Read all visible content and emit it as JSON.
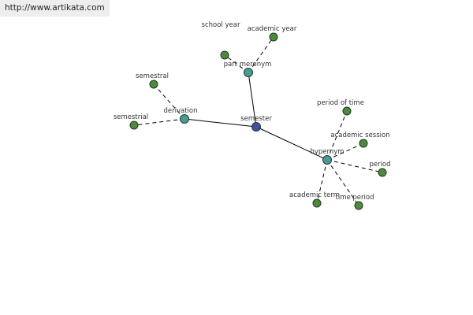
{
  "banner": {
    "url": "http://www.artikata.com"
  },
  "graph": {
    "colors": {
      "center": "#3f4fa3",
      "relation": "#4a9a9a",
      "term": "#4e8a3e"
    },
    "center": {
      "id": "semester",
      "label": "semester"
    },
    "relations": [
      {
        "id": "part-meronym",
        "label": "part meronym",
        "terms": [
          {
            "id": "school-year",
            "label": "school year"
          },
          {
            "id": "academic-year",
            "label": "academic year"
          }
        ]
      },
      {
        "id": "derivation",
        "label": "derivation",
        "terms": [
          {
            "id": "semestral",
            "label": "semestral"
          },
          {
            "id": "semestrial",
            "label": "semestrial"
          }
        ]
      },
      {
        "id": "hypernym",
        "label": "hypernym",
        "terms": [
          {
            "id": "period-of-time",
            "label": "period of time"
          },
          {
            "id": "academic-session",
            "label": "academic session"
          },
          {
            "id": "period",
            "label": "period"
          },
          {
            "id": "time-period",
            "label": "time period"
          },
          {
            "id": "academic-term",
            "label": "academic term"
          }
        ]
      }
    ]
  }
}
